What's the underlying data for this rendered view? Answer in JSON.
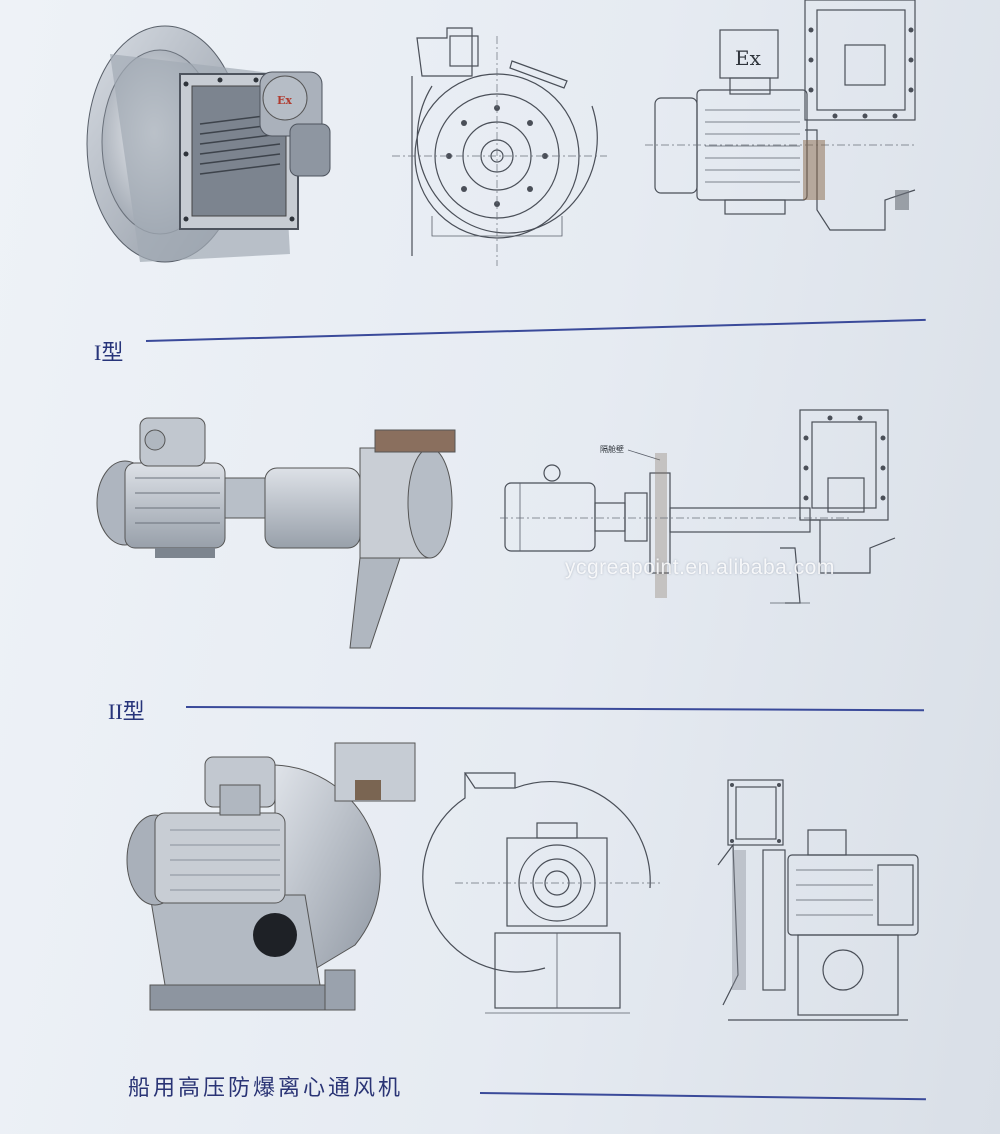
{
  "sections": {
    "type1_label": "I型",
    "type2_label": "II型"
  },
  "caption": "船用高压防爆离心通风机",
  "watermark": "ycgreapoint.en.alibaba.com",
  "drawings": {
    "ex_mark": "Ex",
    "bulkhead_note": "隔舱壁"
  },
  "colors": {
    "accent_line": "#3a4a9a",
    "label_text": "#27347a",
    "machine_body": "#b9c0c9",
    "background": "#e6ebf2"
  }
}
